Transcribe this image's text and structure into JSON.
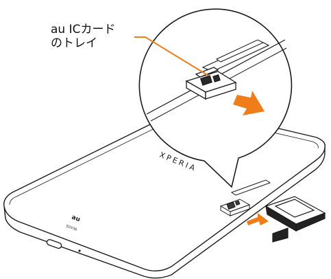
{
  "callout": {
    "line1": "au ICカード",
    "line2": "のトレイ"
  },
  "device": {
    "brand": "XPERIA",
    "carrier_logo": "au",
    "model_mark": "SOV36"
  },
  "colors": {
    "accent": "#ef7d1a",
    "outline": "#1a1a1a",
    "fill": "#ffffff"
  }
}
